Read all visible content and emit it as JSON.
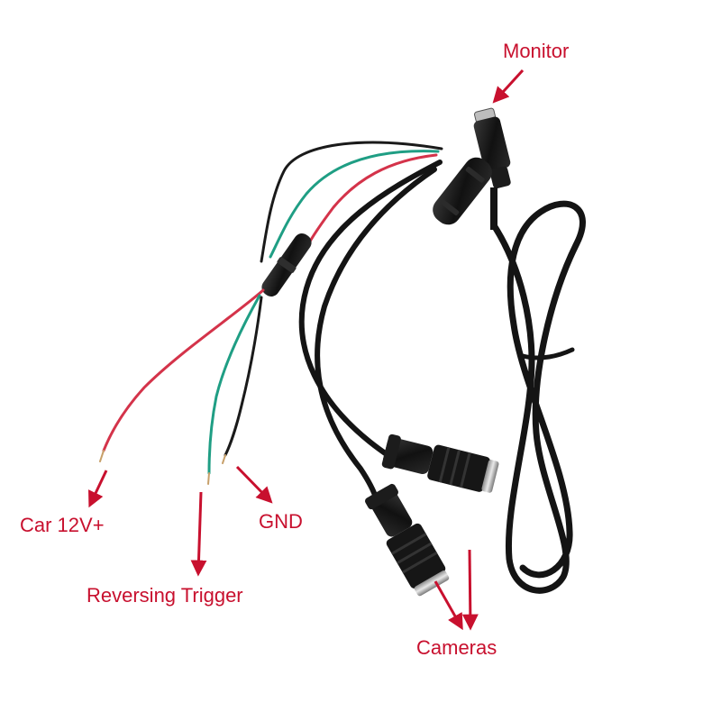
{
  "labels": {
    "monitor": "Monitor",
    "car_power": "Car 12V+",
    "gnd": "GND",
    "reversing_trigger": "Reversing Trigger",
    "cameras": "Cameras"
  },
  "colors": {
    "label_text": "#c8102e",
    "arrow": "#c8102e",
    "cable": "#141414",
    "wire_red": "#d4334a",
    "wire_green": "#1f9e84",
    "wire_black": "#1a1a1a",
    "background": "#ffffff"
  }
}
